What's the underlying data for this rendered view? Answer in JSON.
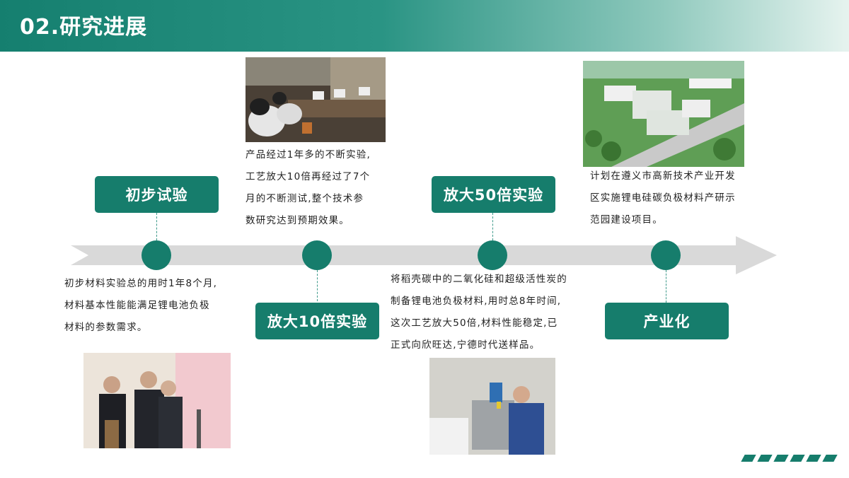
{
  "header": {
    "title": "02.研究进展"
  },
  "stages": [
    {
      "label": "初步试验",
      "desc": [
        "初步材料实验总的用时1年8个月,",
        "材料基本性能能满足锂电池负极",
        "材料的参数需求。"
      ]
    },
    {
      "label": "放大10倍实验",
      "desc": [
        "产品经过1年多的不断实验,",
        "工艺放大10倍再经过了7个",
        "月的不断测试,整个技术参",
        "数研究达到预期效果。"
      ]
    },
    {
      "label": "放大50倍实验",
      "desc": [
        "将稻壳碳中的二氧化硅和超级活性炭的",
        "制备锂电池负极材料,用时总8年时间,",
        "这次工艺放大50倍,材料性能稳定,已",
        "正式向欣旺达,宁德时代送样品。"
      ]
    },
    {
      "label": "产业化",
      "desc": [
        "计划在遵义市高新技术产业开发",
        "区实施锂电硅碳负极材料产研示",
        "范园建设项目。"
      ]
    }
  ],
  "colors": {
    "primary": "#167d6c",
    "arrow": "#d9d9d9"
  }
}
